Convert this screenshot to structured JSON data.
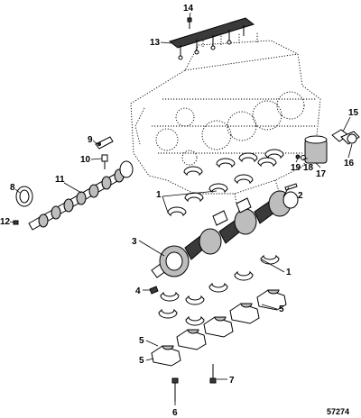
{
  "figure": {
    "number": "57274"
  },
  "callouts": [
    {
      "id": "1a",
      "label": "1"
    },
    {
      "id": "1b",
      "label": "1"
    },
    {
      "id": "2",
      "label": "2"
    },
    {
      "id": "3",
      "label": "3"
    },
    {
      "id": "4",
      "label": "4"
    },
    {
      "id": "5a",
      "label": "5"
    },
    {
      "id": "5b",
      "label": "5"
    },
    {
      "id": "5c",
      "label": "5"
    },
    {
      "id": "6",
      "label": "6"
    },
    {
      "id": "7",
      "label": "7"
    },
    {
      "id": "8",
      "label": "8"
    },
    {
      "id": "9",
      "label": "9"
    },
    {
      "id": "10",
      "label": "10"
    },
    {
      "id": "11",
      "label": "11"
    },
    {
      "id": "12",
      "label": "12"
    },
    {
      "id": "13",
      "label": "13"
    },
    {
      "id": "14",
      "label": "14"
    },
    {
      "id": "15",
      "label": "15"
    },
    {
      "id": "16",
      "label": "16"
    },
    {
      "id": "17",
      "label": "17"
    },
    {
      "id": "18",
      "label": "18"
    },
    {
      "id": "19",
      "label": "19"
    }
  ]
}
